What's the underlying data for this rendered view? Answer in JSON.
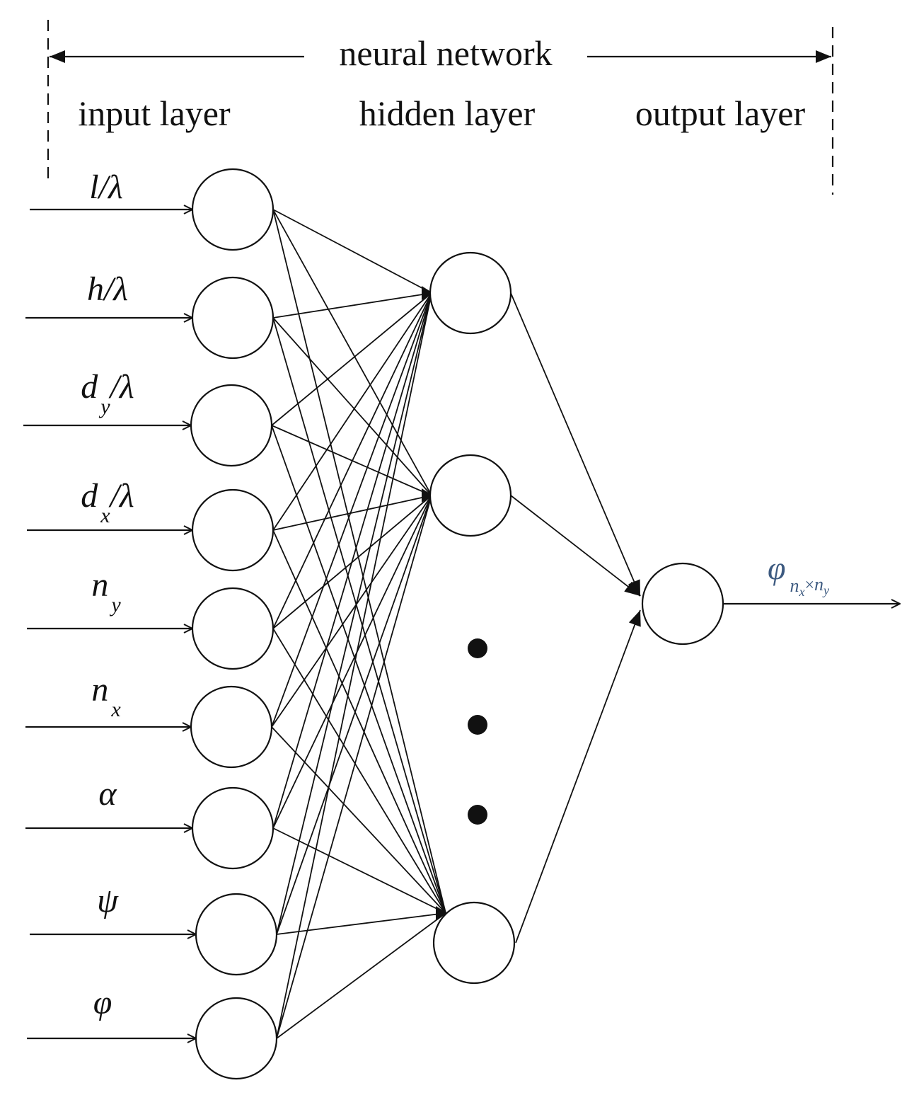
{
  "header": {
    "title": "neural network",
    "input_layer": "input layer",
    "hidden_layer": "hidden layer",
    "output_layer": "output layer"
  },
  "inputs": [
    {
      "main": "l/λ",
      "sub": "",
      "tail": ""
    },
    {
      "main": "h/λ",
      "sub": "",
      "tail": ""
    },
    {
      "main": "d",
      "sub": "y",
      "tail": "/λ"
    },
    {
      "main": "d",
      "sub": "x",
      "tail": "/λ"
    },
    {
      "main": "n",
      "sub": "y",
      "tail": ""
    },
    {
      "main": "n",
      "sub": "x",
      "tail": ""
    },
    {
      "main": "α",
      "sub": "",
      "tail": ""
    },
    {
      "main": "ψ",
      "sub": "",
      "tail": ""
    },
    {
      "main": "φ",
      "sub": "",
      "tail": ""
    }
  ],
  "output": {
    "main": "φ",
    "sub": "n",
    "sub_x": "x",
    "times": "×",
    "sub2": "n",
    "sub_y": "y",
    "color": "#3d5a80"
  },
  "hidden_ellipsis": "•••"
}
